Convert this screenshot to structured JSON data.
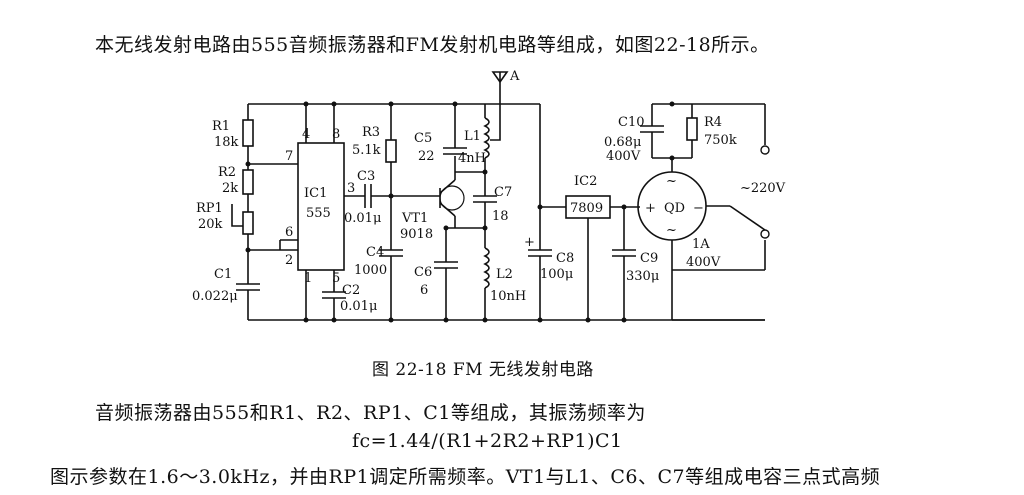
{
  "intro": "本无线发射电路由555音频振荡器和FM发射机电路等组成，如图22-18所示。",
  "figure": {
    "caption": "图 22-18   FM 无线发射电路",
    "labels": {
      "r1": "R1",
      "r1v": "18k",
      "r2": "R2",
      "r2v": "2k",
      "rp1": "RP1",
      "rp1v": "20k",
      "c1": "C1",
      "c1v": "0.022μ",
      "ic1": "IC1",
      "ic1v": "555",
      "pin4": "4",
      "pin8": "8",
      "pin7": "7",
      "pin3": "3",
      "pin6": "6",
      "pin2": "2",
      "pin1": "1",
      "pin5": "5",
      "c2": "C2",
      "c2v": "0.01μ",
      "r3": "R3",
      "r3v": "5.1k",
      "c3": "C3",
      "c3v": "0.01μ",
      "vt1": "VT1",
      "vt1v": "9018",
      "c4": "C4",
      "c4v": "1000",
      "c5": "C5",
      "c5v": "22",
      "l1": "L1",
      "l1v": "4nH",
      "antenna": "A",
      "c7": "C7",
      "c7v": "18",
      "c6": "C6",
      "c6v": "6",
      "l2": "L2",
      "l2v": "10nH",
      "ic2": "IC2",
      "ic2v": "7809",
      "c8": "C8",
      "c8v": "100μ",
      "c9": "C9",
      "c9v": "330μ",
      "c10": "C10",
      "c10v1": "0.68μ",
      "c10v2": "400V",
      "r4": "R4",
      "r4v": "750k",
      "qd": "QD",
      "qd1": "1A",
      "qd2": "400V",
      "ac": "~220V",
      "plus": "+",
      "minus": "−",
      "tilde": "~"
    }
  },
  "para2": "音频振荡器由555和R1、R2、RP1、C1等组成，其振荡频率为",
  "formula": "fc=1.44/(R1+2R2+RP1)C1",
  "para3": "图示参数在1.6～3.0kHz，并由RP1调定所需频率。VT1与L1、C6、C7等组成电容三点式高频"
}
